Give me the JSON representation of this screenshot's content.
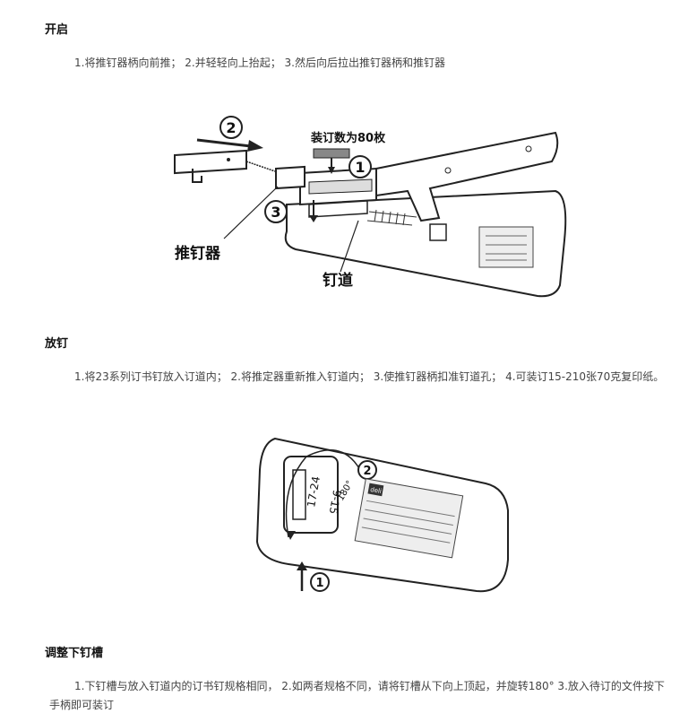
{
  "sections": [
    {
      "title": "开启",
      "text": "1.将推钉器柄向前推； 2.并轻轻向上抬起； 3.然后向后拉出推钉器柄和推钉器",
      "figure": {
        "capacity_label": "装订数为80枚",
        "pusher_label": "推钉器",
        "channel_label": "钉道",
        "step2": "2",
        "step1": "1",
        "step3": "3"
      }
    },
    {
      "title": "放钉",
      "text": "1.将23系列订书钉放入订道内； 2.将推定器重新推入钉道内； 3.使推钉器柄扣准钉道孔； 4.可装订15-210张70克复印纸。",
      "figure": {
        "dial_top": "17-24",
        "dial_bottom": "9-15",
        "angle_label": "180°",
        "brand": "deli",
        "step2": "2",
        "step1": "1"
      }
    },
    {
      "title": "调整下钉槽",
      "text": "1.下钉槽与放入钉道内的订书钉规格相同， 2.如两者规格不同，请将钉槽从下向上顶起，并旋转180° 3.放入待订的文件按下手柄即可装订"
    }
  ]
}
